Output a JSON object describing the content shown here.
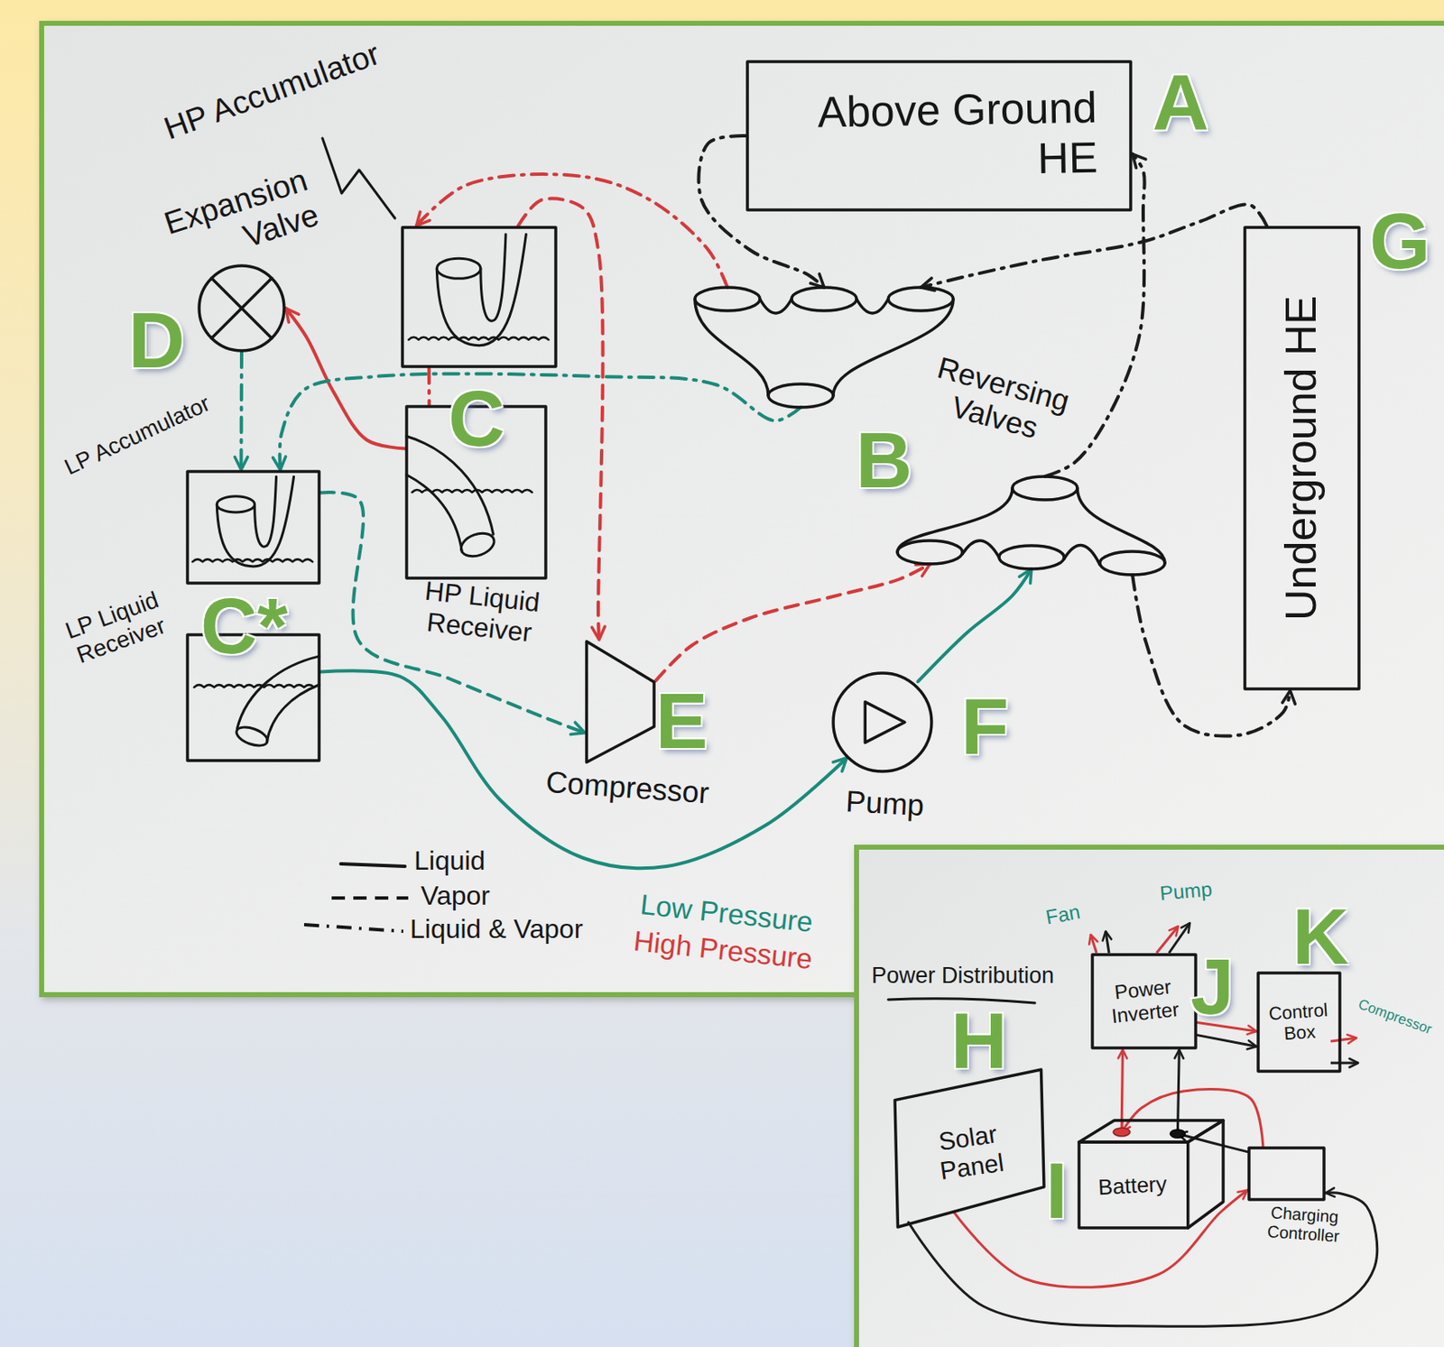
{
  "diagram": {
    "nodes": [
      {
        "text": [
          "Above Ground HE"
        ]
      },
      {
        "text": [
          "HP Accumulator"
        ]
      },
      {
        "text": [
          "Expansion Valve"
        ]
      },
      {
        "text": [
          "HP Liquid Receiver"
        ]
      },
      {
        "text": [
          "Reversing Valves"
        ]
      },
      {
        "text": [
          "LP Accumulator"
        ]
      },
      {
        "text": [
          "LP Liquid Receiver"
        ]
      },
      {
        "text": [
          "Compressor"
        ]
      },
      {
        "text": [
          "Pump"
        ]
      },
      {
        "text": [
          "Underground HE"
        ]
      },
      {
        "text": [
          "Power Inverter"
        ]
      },
      {
        "text": [
          "Control Box"
        ]
      },
      {
        "text": [
          "Solar Panel"
        ]
      },
      {
        "text": [
          "Battery"
        ]
      },
      {
        "text": [
          "Charging Controller"
        ]
      }
    ],
    "edges": [
      {
        "from": 4,
        "to": 1,
        "arrow": "to"
      },
      {
        "from": 1,
        "to": 7,
        "arrow": "to"
      },
      {
        "from": 1,
        "to": 3,
        "arrow": "none"
      },
      {
        "from": 3,
        "to": 2,
        "arrow": "to"
      },
      {
        "from": 2,
        "to": 5,
        "arrow": "to"
      },
      {
        "from": 4,
        "to": 5,
        "arrow": "to"
      },
      {
        "from": 5,
        "to": 7,
        "arrow": "to"
      },
      {
        "from": 6,
        "to": 8,
        "arrow": "to"
      },
      {
        "from": 8,
        "to": 4,
        "arrow": "to"
      },
      {
        "from": 7,
        "to": 4,
        "arrow": "to"
      },
      {
        "from": 0,
        "to": 4,
        "arrow": "to"
      },
      {
        "from": 4,
        "to": 0,
        "arrow": "to"
      },
      {
        "from": 9,
        "to": 4,
        "arrow": "to"
      },
      {
        "from": 4,
        "to": 9,
        "arrow": "to"
      },
      {
        "from": 12,
        "to": 14,
        "arrow": "to"
      },
      {
        "from": 12,
        "to": 14,
        "arrow": "to"
      },
      {
        "from": 14,
        "to": 13,
        "arrow": "to"
      },
      {
        "from": 14,
        "to": 13,
        "arrow": "to"
      },
      {
        "from": 13,
        "to": 10,
        "arrow": "to"
      },
      {
        "from": 13,
        "to": 10,
        "arrow": "to"
      },
      {
        "from": 10,
        "to": 11,
        "arrow": "to"
      },
      {
        "from": 10,
        "to": 11,
        "arrow": "to"
      }
    ],
    "labels": [
      "A",
      "B",
      "C",
      "C*",
      "D",
      "E",
      "F",
      "G",
      "Fan",
      "Pump",
      "Power Distribution",
      "J",
      "K",
      "Compressor",
      "H",
      "I"
    ],
    "legend": [
      {
        "text": "Liquid"
      },
      {
        "text": "Vapor"
      },
      {
        "text": "Liquid & Vapor"
      },
      {
        "text": "Low Pressure",
        "color": "#1a8a7b"
      },
      {
        "text": "High Pressure",
        "color": "#d43a3a"
      }
    ]
  }
}
